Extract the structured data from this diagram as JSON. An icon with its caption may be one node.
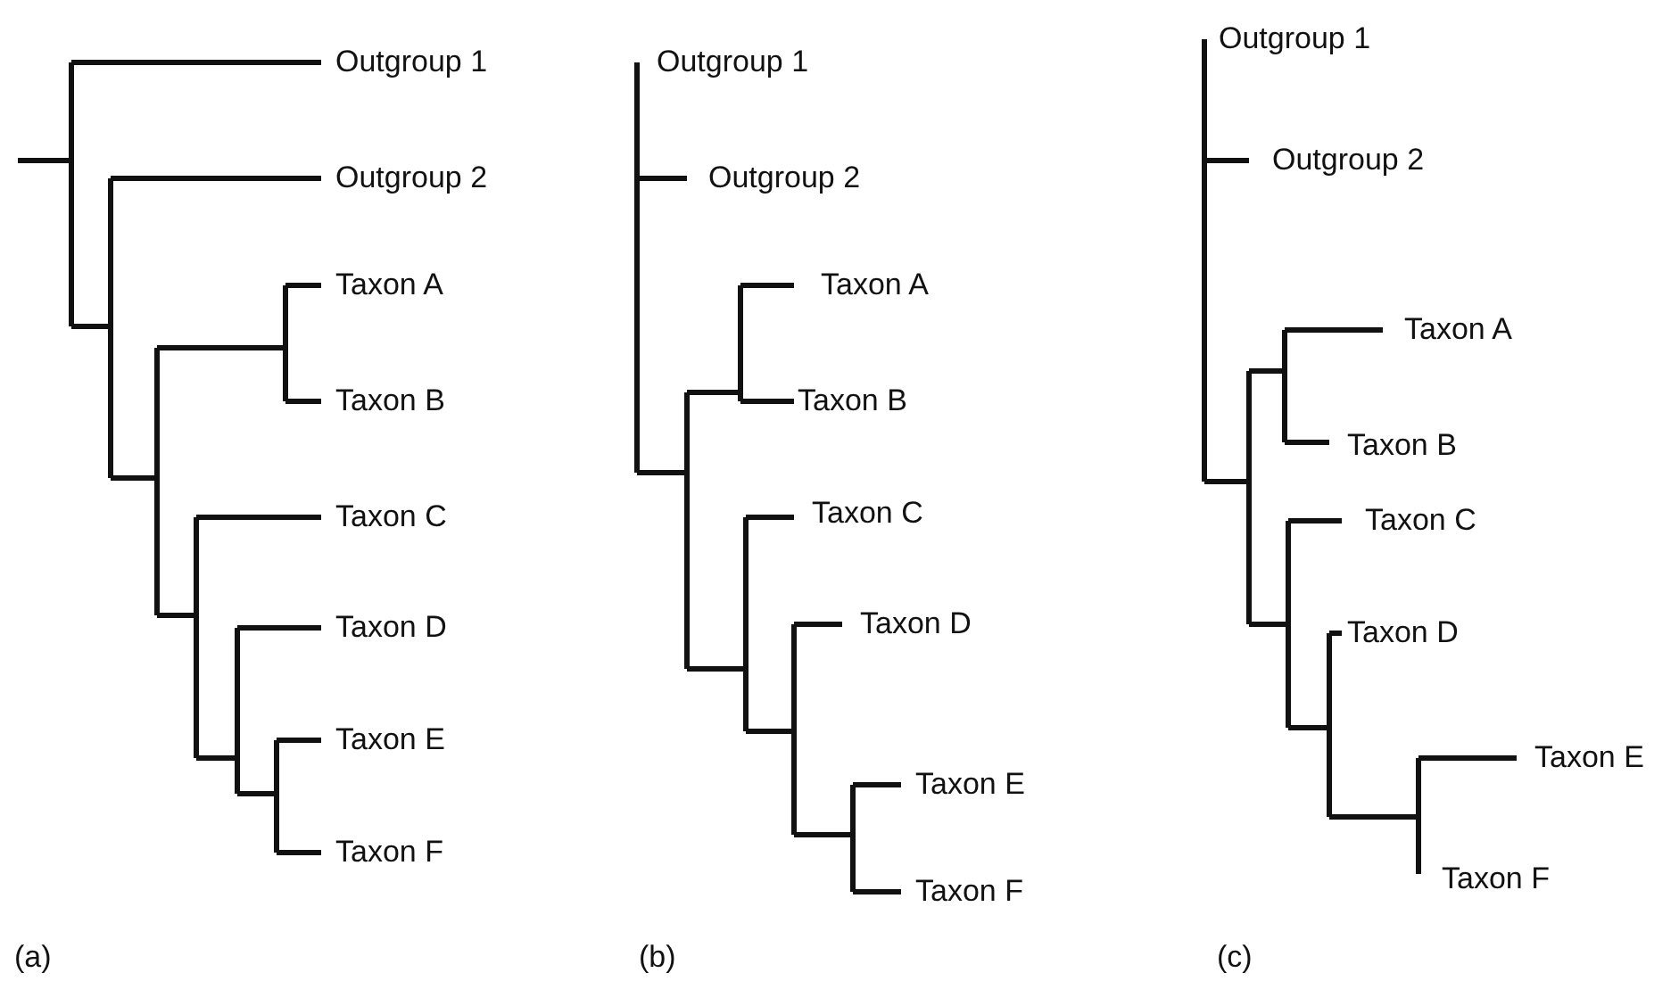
{
  "diagram": {
    "labels": [
      "Outgroup 1",
      "Outgroup 2",
      "Taxon A",
      "Taxon B",
      "Taxon C",
      "Taxon D",
      "Taxon E",
      "Taxon F",
      "Outgroup 1",
      "Outgroup 2",
      "Taxon A",
      "Taxon B",
      "Taxon C",
      "Taxon D",
      "Taxon E",
      "Taxon F",
      "Outgroup 1",
      "Outgroup 2",
      "Taxon A",
      "Taxon B",
      "Taxon C",
      "Taxon D",
      "Taxon E",
      "Taxon F",
      "(a)",
      "(b)",
      "(c)"
    ]
  }
}
